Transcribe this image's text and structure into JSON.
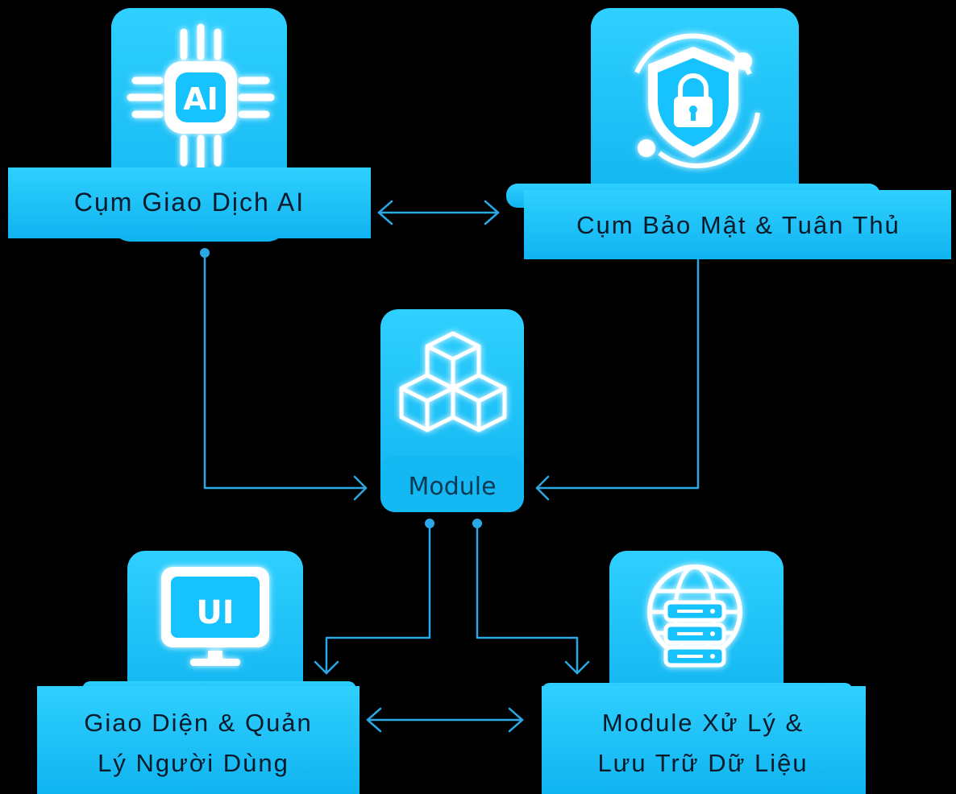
{
  "nodes": {
    "ai_cluster": {
      "title": "Cụm Giao Dịch AI",
      "icon": "ai-chip-icon",
      "icon_text": "AI"
    },
    "security_cluster": {
      "title": "Cụm Bảo Mật & Tuân Thủ",
      "icon": "shield-lock-icon"
    },
    "module": {
      "title": "Module",
      "icon": "cubes-icon"
    },
    "ui_cluster": {
      "title_line1": "Giao Diện & Quản",
      "title_line2": "Lý Người Dùng",
      "icon": "monitor-ui-icon",
      "icon_text": "UI"
    },
    "data_cluster": {
      "title_line1": "Module Xử Lý &",
      "title_line2": "Lưu Trữ Dữ Liệu",
      "icon": "globe-server-icon"
    }
  },
  "colors": {
    "background": "#000000",
    "accent": "#19c3ff",
    "line": "#2aa8e6",
    "icon": "#ffffff",
    "text": "#0a1a2a"
  }
}
